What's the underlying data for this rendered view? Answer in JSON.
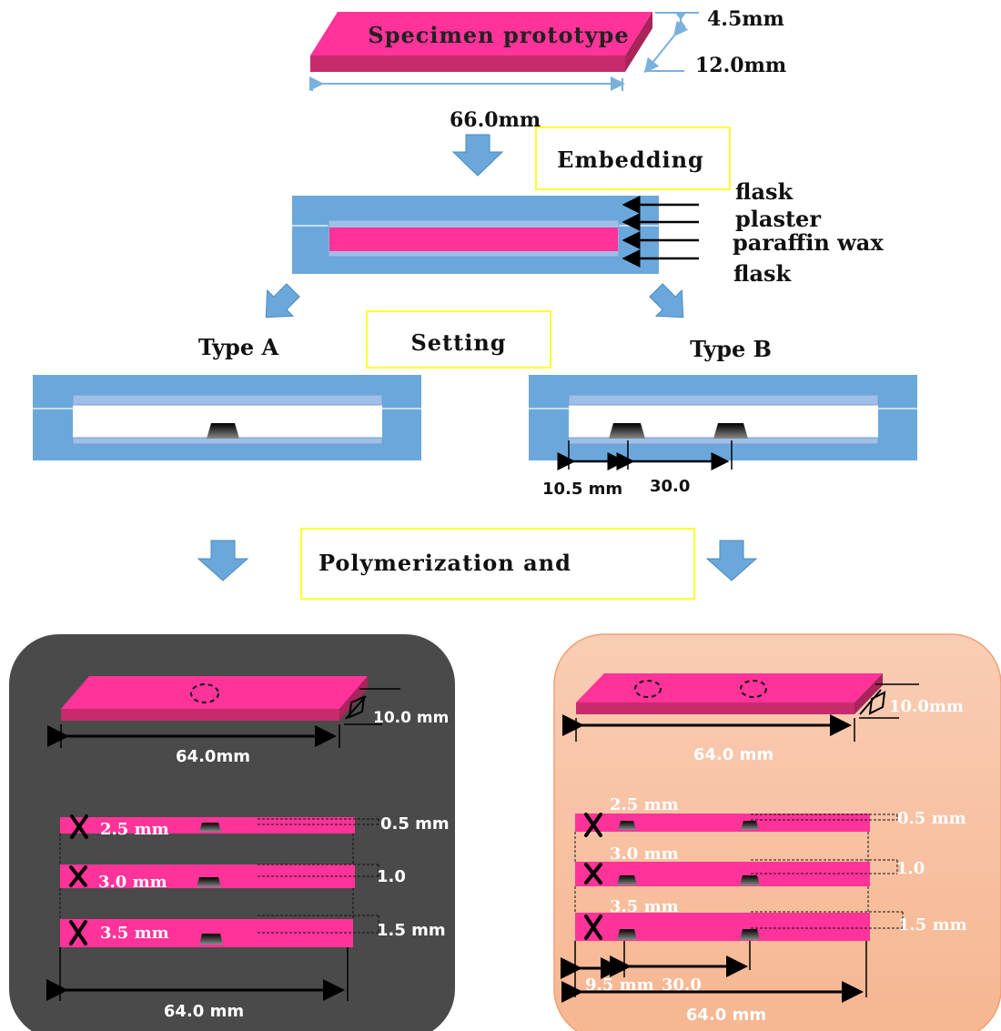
{
  "prototype": {
    "title": "Specimen prototype",
    "thickness": "4.5mm",
    "width": "12.0mm",
    "length": "66.0mm"
  },
  "steps": {
    "embedding": "Embedding",
    "setting": "Setting",
    "polymerization": "Polymerization and"
  },
  "layers": [
    "flask",
    "plaster",
    "paraffin wax",
    "flask"
  ],
  "type_a": {
    "label": "Type A",
    "result_width": "10.0 mm",
    "result_length": "64.0mm",
    "bars": [
      {
        "notch": "2.5 mm",
        "depth": "0.5 mm"
      },
      {
        "notch": "3.0 mm",
        "depth": "1.0"
      },
      {
        "notch": "3.5 mm",
        "depth": "1.5 mm"
      }
    ],
    "bar_length": "64.0 mm"
  },
  "type_b": {
    "label": "Type B",
    "notch_offset": "10.5 mm",
    "notch_spacing": "30.0",
    "result_width": "10.0mm",
    "result_length": "64.0 mm",
    "bars": [
      {
        "notch": "2.5 mm",
        "depth": "0.5 mm"
      },
      {
        "notch": "3.0 mm",
        "depth": "1.0"
      },
      {
        "notch": "3.5 mm",
        "depth": "1.5 mm"
      }
    ],
    "bottom_offset": "9.5 mm",
    "bottom_spacing": "30.0",
    "bar_length": "64.0 mm"
  },
  "colors": {
    "pink": "#ff3399",
    "pink_side": "#c72b6c",
    "blue": "#6aa8dc",
    "light_blue": "#9dbfe8",
    "panel_dark": "#4a4a4a",
    "panel_peach": "#f7c4a6",
    "step_border": "#ffff33"
  }
}
